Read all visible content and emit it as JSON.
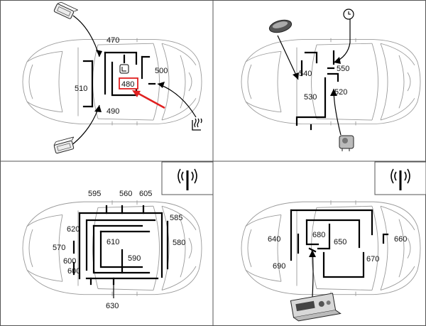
{
  "panels": [
    {
      "labels": [
        "470",
        "480",
        "500",
        "510",
        "490"
      ],
      "highlighted_label": "480",
      "icons": [
        "control-module-icon",
        "control-module-icon",
        "heated-seat-icon"
      ]
    },
    {
      "labels": [
        "540",
        "550",
        "530",
        "520"
      ],
      "icons": [
        "interior-light-module-icon",
        "clock-icon",
        "module-icon"
      ]
    },
    {
      "labels": [
        "595",
        "560",
        "605",
        "585",
        "620",
        "610",
        "570",
        "580",
        "600",
        "590",
        "600",
        "630"
      ],
      "icons": [
        "antenna-icon"
      ]
    },
    {
      "labels": [
        "640",
        "680",
        "650",
        "660",
        "690",
        "670"
      ],
      "icons": [
        "antenna-icon",
        "radio-unit-icon"
      ]
    }
  ],
  "colors": {
    "highlight": "#e02020",
    "wire": "#000000",
    "outline": "#9a9a9a",
    "divider": "#555555"
  }
}
